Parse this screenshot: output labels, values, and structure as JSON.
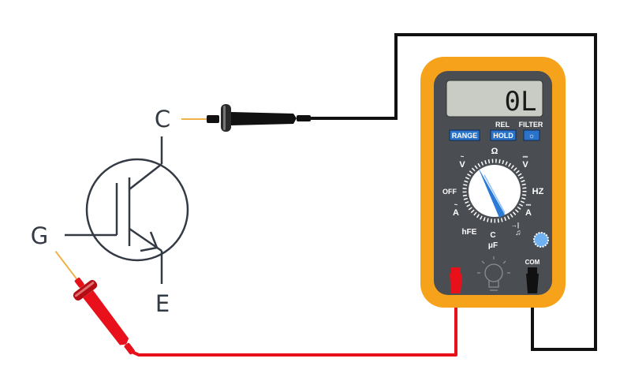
{
  "terminals": {
    "collector": "C",
    "gate": "G",
    "emitter": "E"
  },
  "display": {
    "reading": "0L"
  },
  "buttons": {
    "range": "RANGE",
    "hold": "HOLD",
    "rel": "REL",
    "filter": "FILTER",
    "filter_icon": "☼"
  },
  "dial": {
    "ohm": "Ω",
    "v_ac_symbol": "~",
    "v_ac": "V",
    "v_dc_symbol": "⎓",
    "v_dc": "V",
    "off": "OFF",
    "hz": "HZ",
    "a_ac_symbol": "~",
    "a_ac": "A",
    "a_dc_symbol": "⎓",
    "a_dc": "A",
    "hfe": "hFE",
    "cap": "C",
    "cap_unit": "μF",
    "diode": "→|",
    "buzzer": "♫"
  },
  "jacks": {
    "com": "COM"
  },
  "colors": {
    "meter_body": "#f7a21b",
    "meter_face": "#4a4d52",
    "lcd": "#c9ccc5",
    "button": "#2a73c9",
    "dial": "#ffffff",
    "pointer": "#2a7ad6",
    "red_lead": "#e8101a",
    "black_lead": "#111111",
    "wire_black": "#111111",
    "probe_tip": "#f0b24a",
    "symbol": "#333a44"
  },
  "icons": [
    "probe-red",
    "probe-black",
    "light-bulb-icon",
    "settings-knob-icon"
  ]
}
